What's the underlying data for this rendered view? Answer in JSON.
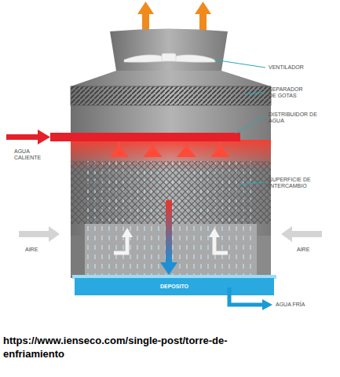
{
  "diagram": {
    "caption": "https://www.ienseco.com/single-post/torre-de-enfriamiento",
    "nodes": [
      {
        "text": [
          "DEPOSITO"
        ]
      }
    ],
    "labels": [
      "VENTILADOR",
      "SEPARADOR DE GOTAS",
      "DISTRIBUIDOR DE AGUA",
      "AGUA CALIENTE",
      "SUPERFICIE DE INTERCAMBIO",
      "AIRE",
      "AIRE",
      "AGUA FRÍA"
    ]
  }
}
